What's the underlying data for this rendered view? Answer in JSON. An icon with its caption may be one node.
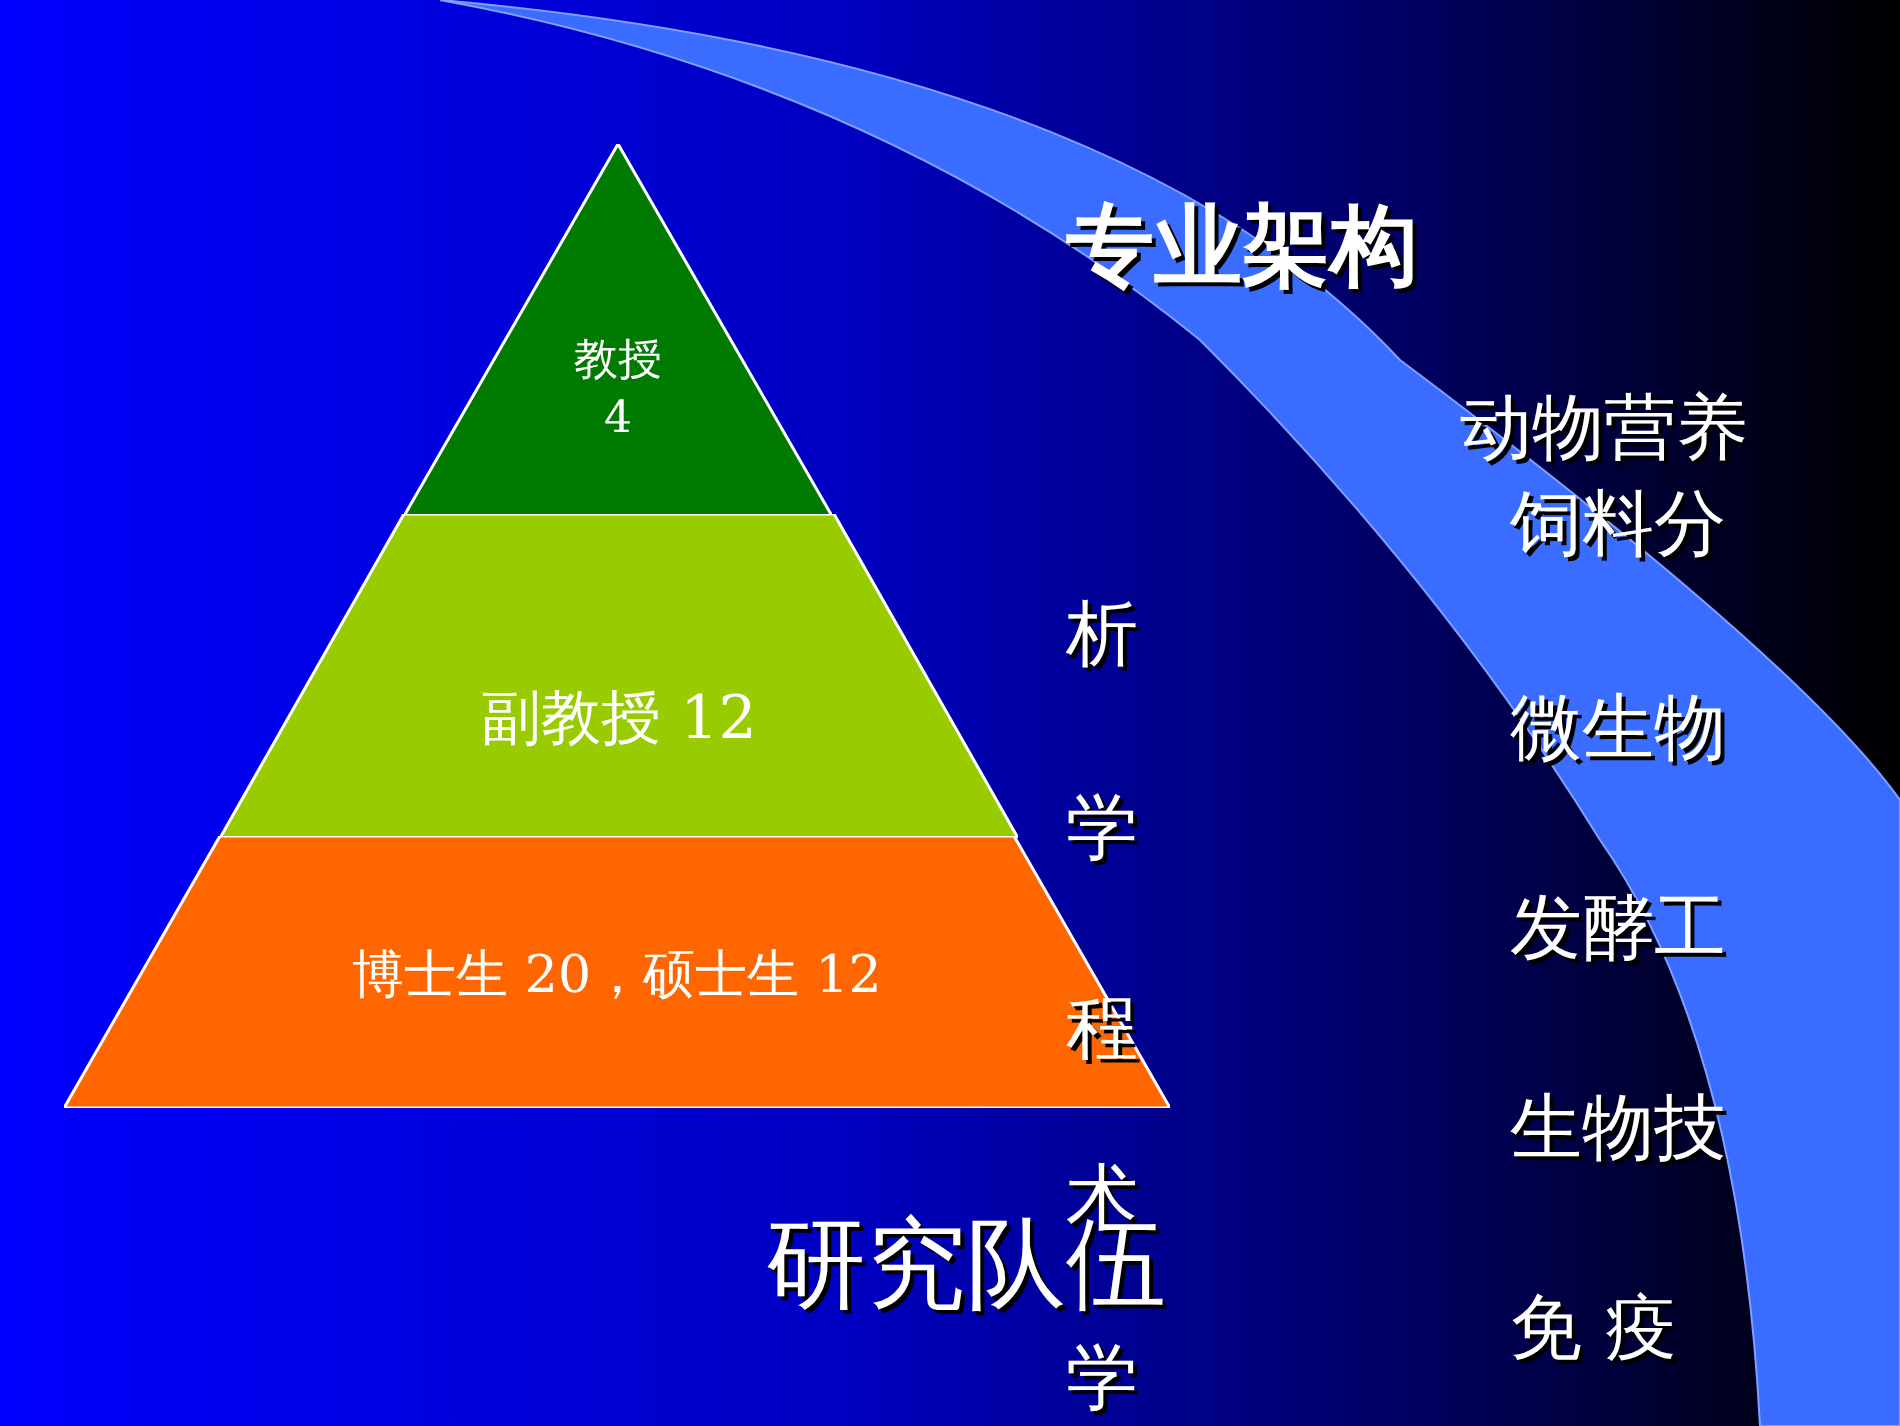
{
  "diagram": {
    "nodes": [
      {
        "text": [
          "教授 4"
        ]
      },
      {
        "text": [
          "副教授 12"
        ]
      },
      {
        "text": [
          "博士生 20，硕士生 12"
        ]
      }
    ],
    "labels": [
      "专业架构",
      "动物营养",
      "饲料分",
      "析",
      "微生物",
      "学",
      "发酵工",
      "程",
      "生物技",
      "术",
      "免 疫",
      "研究队伍",
      "学"
    ]
  }
}
